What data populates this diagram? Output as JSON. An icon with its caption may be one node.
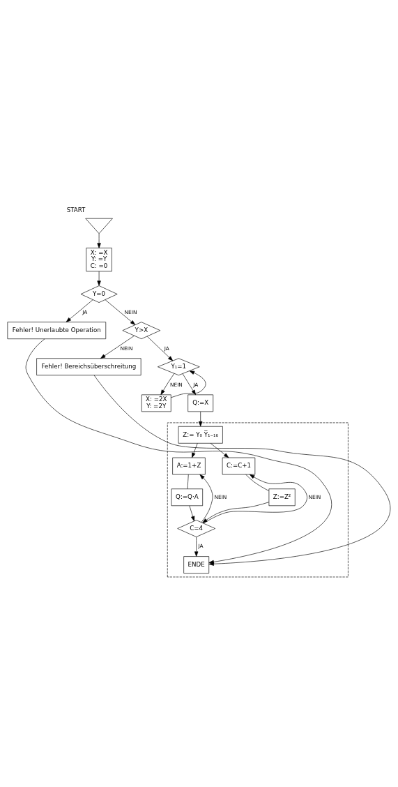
{
  "diagram": {
    "nodes": [
      {
        "text": [
          "START"
        ]
      },
      {
        "text": [
          "X: =X",
          "Y: =Y",
          "C: =0"
        ]
      },
      {
        "text": [
          "Y=0"
        ]
      },
      {
        "text": [
          "Fehler! Unerlaubte Operation"
        ]
      },
      {
        "text": [
          "Y>X"
        ]
      },
      {
        "text": [
          "Fehler! Bereichsüberschreitung"
        ]
      },
      {
        "text": [
          "Y₁=1"
        ]
      },
      {
        "text": [
          "X: =2X",
          "Y: =2Y"
        ]
      },
      {
        "text": [
          "Q:=X"
        ]
      },
      {
        "text": [],
        "shape": "box"
      },
      {
        "text": [
          "Z:= Y₀ Y̅₁₋₁₆"
        ],
        "in": 9
      },
      {
        "text": [
          "A:=1+Z"
        ],
        "in": 9
      },
      {
        "text": [
          "C:=C+1"
        ],
        "in": 9
      },
      {
        "text": [
          "Q:=Q·A"
        ],
        "in": 9
      },
      {
        "text": [
          "Z:=Z²"
        ],
        "in": 9
      },
      {
        "text": [
          "C=4"
        ],
        "in": 9
      },
      {
        "text": [
          "ENDE"
        ],
        "in": 9
      }
    ],
    "edges": [
      {
        "from": 0,
        "to": 1,
        "arrow": "to"
      },
      {
        "from": 1,
        "to": 2,
        "arrow": "to"
      },
      {
        "from": 2,
        "to": 3,
        "arrow": "to",
        "label": "JA"
      },
      {
        "from": 2,
        "to": 4,
        "arrow": "to",
        "label": "NEIN"
      },
      {
        "from": 3,
        "to": 16,
        "arrow": "to"
      },
      {
        "from": 4,
        "to": 5,
        "arrow": "to",
        "label": "NEIN"
      },
      {
        "from": 5,
        "to": 16,
        "arrow": "to"
      },
      {
        "from": 4,
        "to": 6,
        "arrow": "to",
        "label": "JA"
      },
      {
        "from": 6,
        "to": 8,
        "arrow": "to",
        "label": "JA"
      },
      {
        "from": 6,
        "to": 7,
        "arrow": "to",
        "label": "NEIN"
      },
      {
        "from": 7,
        "to": 6,
        "arrow": "to"
      },
      {
        "from": 8,
        "to": 10,
        "arrow": "to"
      },
      {
        "from": 10,
        "to": 11,
        "arrow": "to"
      },
      {
        "from": 10,
        "to": 12,
        "arrow": "to"
      },
      {
        "from": 11,
        "to": 13,
        "arrow": "none"
      },
      {
        "from": 12,
        "to": 14,
        "arrow": "none"
      },
      {
        "from": 13,
        "to": 15,
        "arrow": "to"
      },
      {
        "from": 14,
        "to": 15,
        "arrow": "to"
      },
      {
        "from": 15,
        "to": 11,
        "arrow": "to",
        "label": "NEIN"
      },
      {
        "from": 15,
        "to": 12,
        "arrow": "to",
        "label": "NEIN"
      },
      {
        "from": 15,
        "to": 16,
        "arrow": "to",
        "label": "JA"
      }
    ]
  }
}
